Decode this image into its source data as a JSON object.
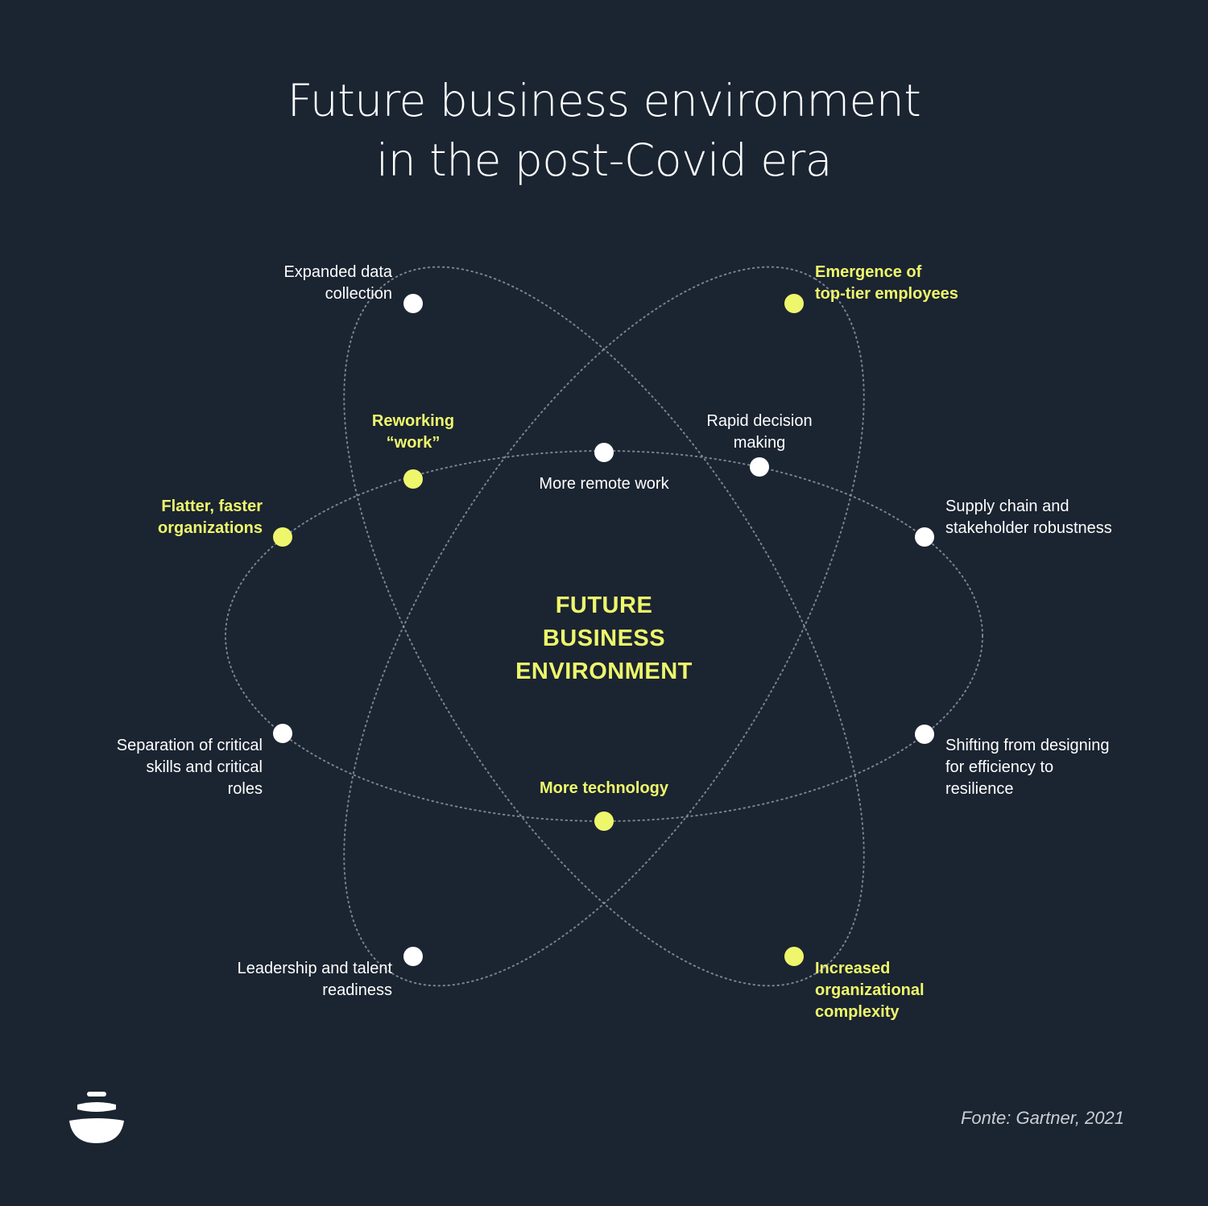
{
  "title": {
    "line1": "Future business environment",
    "line2": "in the post-Covid era"
  },
  "center": {
    "line1": "FUTURE",
    "line2": "BUSINESS",
    "line3": "ENVIRONMENT"
  },
  "colors": {
    "background": "#1b2431",
    "highlight": "#eef76b",
    "node_default": "#ffffff",
    "orbit": "#9aa3ad"
  },
  "nodes": {
    "expanded_data": {
      "line1": "Expanded data",
      "line2": "collection",
      "highlight": false
    },
    "top_tier": {
      "line1": "Emergence of",
      "line2": "top-tier employees",
      "highlight": true
    },
    "reworking": {
      "line1": "Reworking",
      "line2": "“work”",
      "highlight": true
    },
    "rapid_decision": {
      "line1": "Rapid decision",
      "line2": "making",
      "highlight": false
    },
    "remote_work": {
      "line1": "More remote work",
      "highlight": false
    },
    "flatter": {
      "line1": "Flatter, faster",
      "line2": "organizations",
      "highlight": true
    },
    "supply_chain": {
      "line1": "Supply chain and",
      "line2": "stakeholder robustness",
      "highlight": false
    },
    "separation": {
      "line1": "Separation of critical",
      "line2": "skills and critical",
      "line3": "roles",
      "highlight": false
    },
    "shifting": {
      "line1": "Shifting from designing",
      "line2": "for efficiency to",
      "line3": "resilience",
      "highlight": false
    },
    "more_tech": {
      "line1": "More technology",
      "highlight": true
    },
    "leadership": {
      "line1": "Leadership and talent",
      "line2": "readiness",
      "highlight": false
    },
    "complexity": {
      "line1": "Increased",
      "line2": "organizational",
      "line3": "complexity",
      "highlight": true
    }
  },
  "source": "Fonte: Gartner, 2021",
  "logo": {
    "icon": "stacked-stones-logo"
  }
}
